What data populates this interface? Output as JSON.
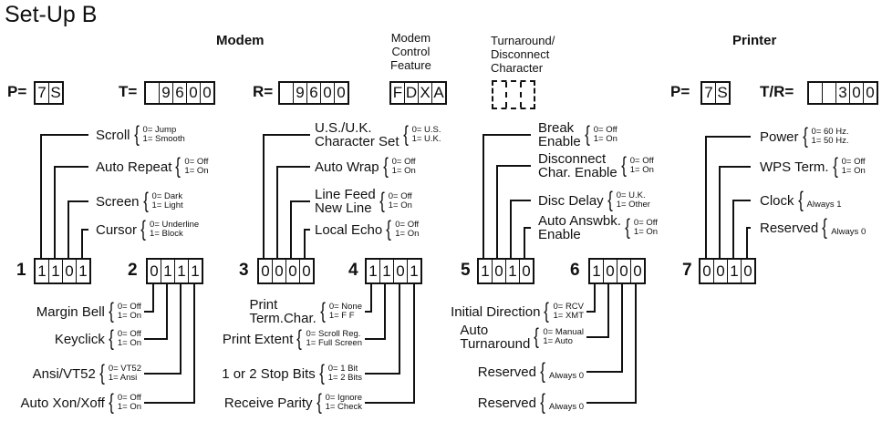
{
  "title": "Set-Up B",
  "headings": {
    "modem": "Modem",
    "control": "Modem\nControl\nFeature",
    "turnaround": "Turnaround/\nDisconnect\nCharacter",
    "printer": "Printer"
  },
  "modem": {
    "p_label": "P=",
    "p": [
      "7",
      "S"
    ],
    "t_label": "T=",
    "t": [
      "",
      "9",
      "6",
      "0",
      "0"
    ],
    "r_label": "R=",
    "r": [
      "",
      "9",
      "6",
      "0",
      "0"
    ],
    "control": [
      "F",
      "D",
      "X",
      "A"
    ]
  },
  "printer": {
    "p_label": "P=",
    "p": [
      "7",
      "S"
    ],
    "tr_label": "T/R=",
    "tr": [
      "",
      "",
      "3",
      "0",
      "0"
    ]
  },
  "groups": [
    {
      "n": "1",
      "bits": [
        "1",
        "1",
        "0",
        "1"
      ],
      "fields": [
        {
          "label": "Scroll",
          "opts": [
            "0= Jump",
            "1= Smooth"
          ]
        },
        {
          "label": "Auto Repeat",
          "opts": [
            "0= Off",
            "1= On"
          ]
        },
        {
          "label": "Screen",
          "opts": [
            "0= Dark",
            "1= Light"
          ]
        },
        {
          "label": "Cursor",
          "opts": [
            "0= Underline",
            "1= Block"
          ]
        }
      ]
    },
    {
      "n": "2",
      "bits": [
        "0",
        "1",
        "1",
        "1"
      ],
      "fields": [
        {
          "label": "Margin Bell",
          "opts": [
            "0= Off",
            "1= On"
          ]
        },
        {
          "label": "Keyclick",
          "opts": [
            "0= Off",
            "1= On"
          ]
        },
        {
          "label": "Ansi/VT52",
          "opts": [
            "0= VT52",
            "1= Ansi"
          ]
        },
        {
          "label": "Auto Xon/Xoff",
          "opts": [
            "0= Off",
            "1= On"
          ]
        }
      ]
    },
    {
      "n": "3",
      "bits": [
        "0",
        "0",
        "0",
        "0"
      ],
      "fields": [
        {
          "label": "U.S./U.K.\nCharacter Set",
          "opts": [
            "0= U.S.",
            "1= U.K."
          ]
        },
        {
          "label": "Auto Wrap",
          "opts": [
            "0= Off",
            "1= On"
          ]
        },
        {
          "label": "Line Feed\nNew Line",
          "opts": [
            "0= Off",
            "1= On"
          ]
        },
        {
          "label": "Local Echo",
          "opts": [
            "0= Off",
            "1= On"
          ]
        }
      ]
    },
    {
      "n": "4",
      "bits": [
        "1",
        "1",
        "0",
        "1"
      ],
      "fields": [
        {
          "label": "Print\nTerm.Char.",
          "opts": [
            "0= None",
            "1= F F"
          ]
        },
        {
          "label": "Print Extent",
          "opts": [
            "0= Scroll Reg.",
            "1= Full Screen"
          ]
        },
        {
          "label": "1 or 2 Stop Bits",
          "opts": [
            "0= 1 Bit",
            "1= 2 Bits"
          ]
        },
        {
          "label": "Receive Parity",
          "opts": [
            "0= Ignore",
            "1= Check"
          ]
        }
      ]
    },
    {
      "n": "5",
      "bits": [
        "1",
        "0",
        "1",
        "0"
      ],
      "fields": [
        {
          "label": "Break\nEnable",
          "opts": [
            "0= Off",
            "1= On"
          ]
        },
        {
          "label": "Disconnect\nChar. Enable",
          "opts": [
            "0= Off",
            "1= On"
          ]
        },
        {
          "label": "Disc Delay",
          "opts": [
            "0= U.K.",
            "1= Other"
          ]
        },
        {
          "label": "Auto Answbk.\nEnable",
          "opts": [
            "0= Off",
            "1= On"
          ]
        }
      ]
    },
    {
      "n": "6",
      "bits": [
        "1",
        "0",
        "0",
        "0"
      ],
      "fields": [
        {
          "label": "Initial Direction",
          "opts": [
            "0= RCV",
            "1= XMT"
          ]
        },
        {
          "label": "Auto\nTurnaround",
          "opts": [
            "0= Manual",
            "1= Auto"
          ]
        },
        {
          "label": "Reserved",
          "opts": [
            "Always 0"
          ]
        },
        {
          "label": "Reserved",
          "opts": [
            "Always 0"
          ]
        }
      ]
    },
    {
      "n": "7",
      "bits": [
        "0",
        "0",
        "1",
        "0"
      ],
      "fields": [
        {
          "label": "Power",
          "opts": [
            "0= 60 Hz.",
            "1= 50 Hz."
          ]
        },
        {
          "label": "WPS Term.",
          "opts": [
            "0= Off",
            "1= On"
          ]
        },
        {
          "label": "Clock",
          "opts": [
            "Always 1"
          ]
        },
        {
          "label": "Reserved",
          "opts": [
            "Always 0"
          ]
        }
      ]
    }
  ]
}
